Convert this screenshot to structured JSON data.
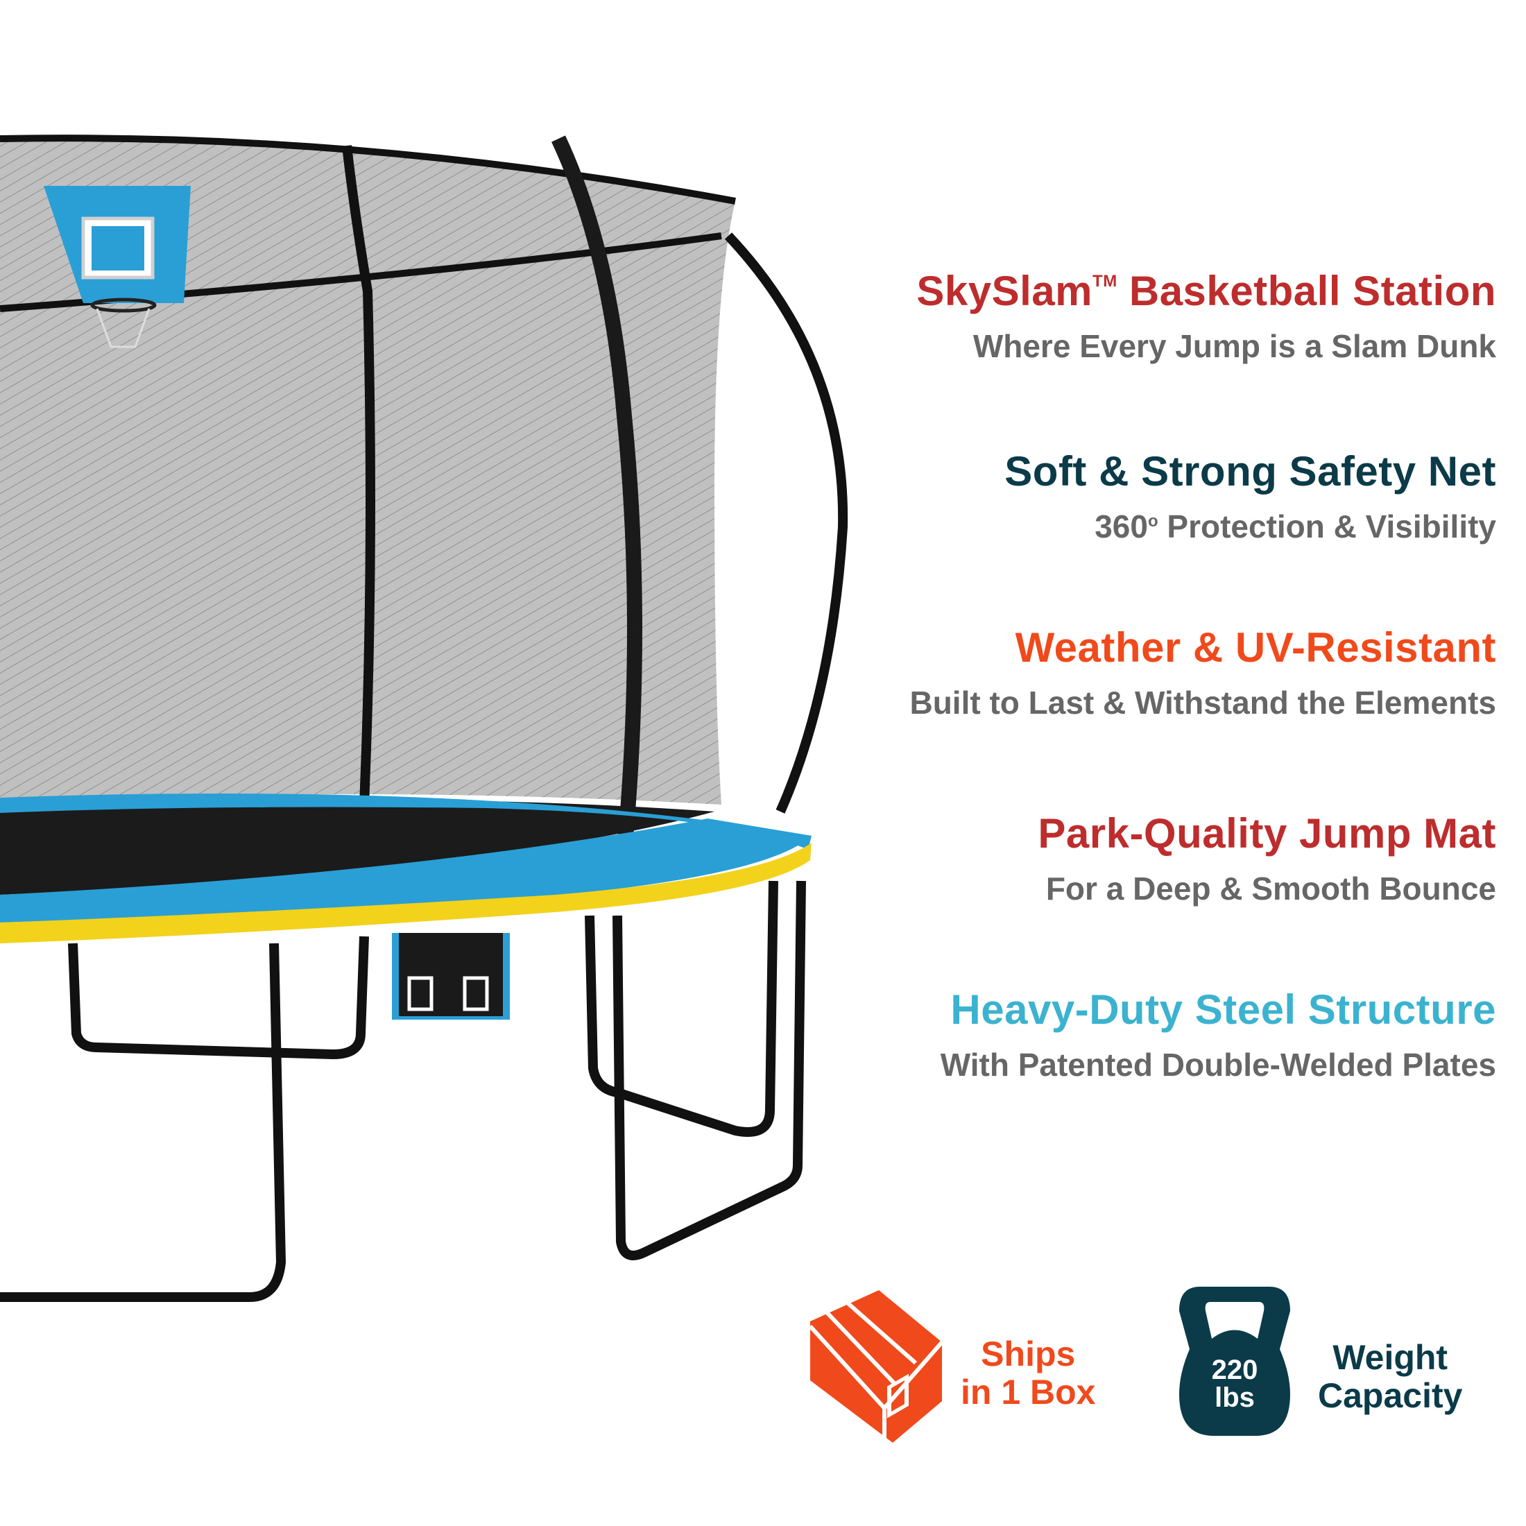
{
  "features": [
    {
      "title": "SkySlam",
      "title_mark": "TM",
      "title_rest": " Basketball Station",
      "subtitle": "Where Every Jump is a Slam Dunk",
      "color": "#be2d2d"
    },
    {
      "title": "Soft & Strong Safety Net",
      "subtitle_pre": "360",
      "subtitle_deg": "o",
      "subtitle_rest": " Protection & Visibility",
      "color": "#0b3a49"
    },
    {
      "title": "Weather & UV-Resistant",
      "subtitle": "Built to Last & Withstand the Elements",
      "color": "#f04a1c"
    },
    {
      "title": "Park-Quality Jump Mat",
      "subtitle": "For a Deep & Smooth Bounce",
      "color": "#be2d2d"
    },
    {
      "title": "Heavy-Duty Steel Structure",
      "subtitle": "With Patented Double-Welded Plates",
      "color": "#3bb2cf"
    }
  ],
  "badges": {
    "ships": {
      "line1": "Ships",
      "line2": "in 1 Box",
      "color": "#f04a1c",
      "icon": "box-icon"
    },
    "weight": {
      "value": "220",
      "unit": "lbs",
      "line1": "Weight",
      "line2": "Capacity",
      "color": "#0b3a49",
      "icon": "kettlebell-icon"
    }
  }
}
